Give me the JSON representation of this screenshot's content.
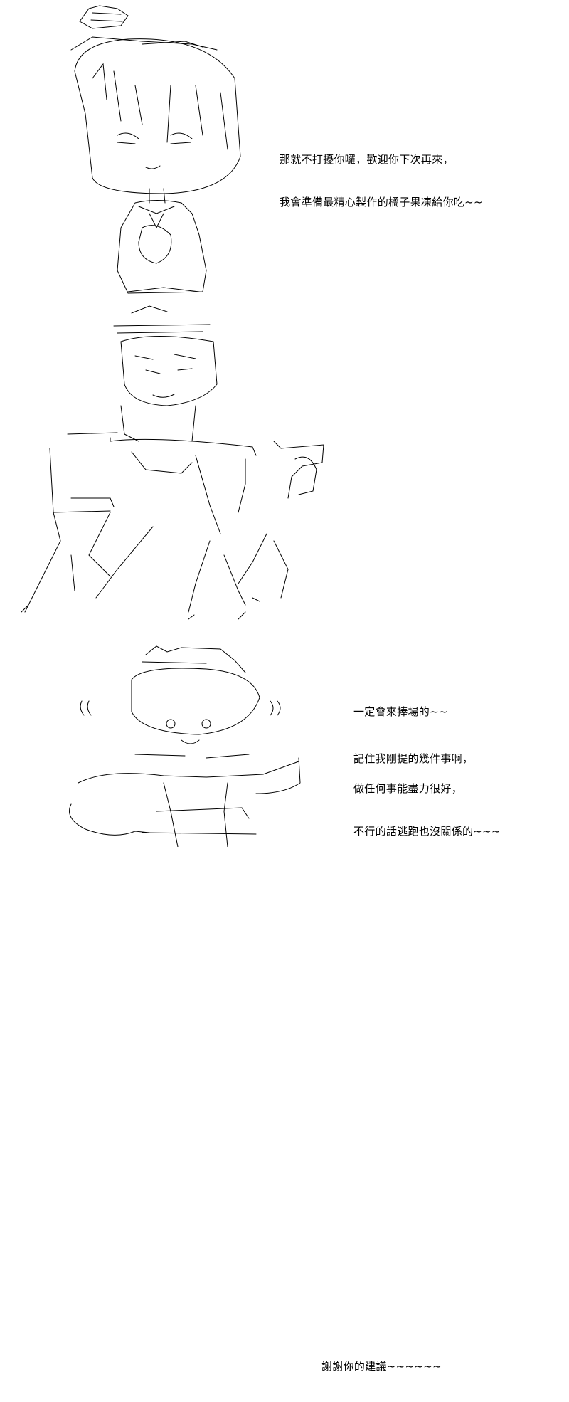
{
  "panels": [
    {
      "id": "panel-1",
      "character": "girl-with-hair-ornament",
      "dialogue": [
        "那就不打擾你囉，歡迎你下次再來，",
        "我會準備最精心製作的橘子果凍給你吃~~"
      ]
    },
    {
      "id": "panel-2",
      "character": "seated-figure-with-crest",
      "dialogue_groups": [
        [
          "一定會來捧場的~~"
        ],
        [
          "記住我剛提的幾件事啊，"
        ],
        [
          "做任何事能盡力很好，",
          "不行的話逃跑也沒關係的~~~"
        ]
      ]
    },
    {
      "id": "panel-3",
      "character": "chibi-waving",
      "dialogue": [
        "謝謝你的建議~~~~~~"
      ]
    }
  ],
  "colors": {
    "background": "#ffffff",
    "ink": "#000000"
  }
}
